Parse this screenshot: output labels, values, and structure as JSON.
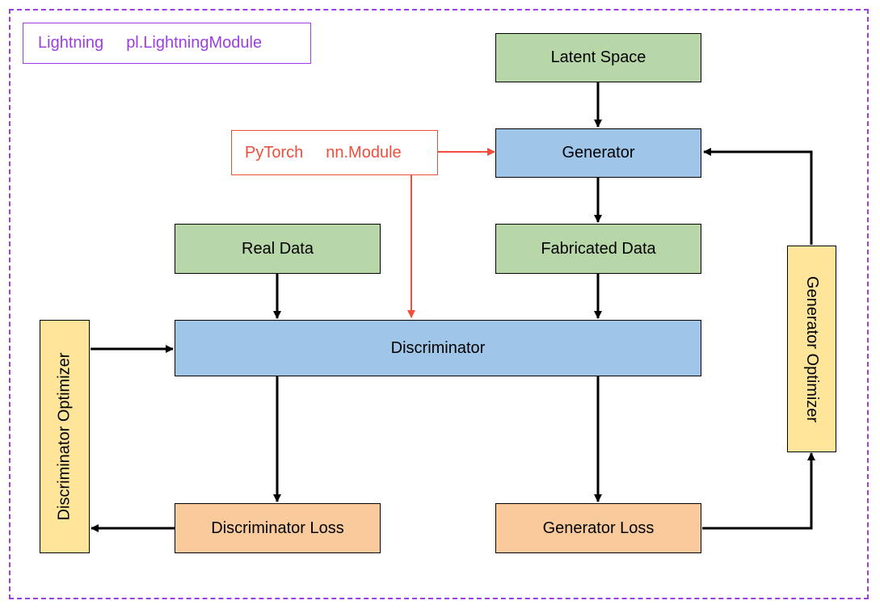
{
  "legend": {
    "lightning": {
      "prefix": "Lightning",
      "class_name": "pl.LightningModule",
      "color": "#9b3fe0"
    },
    "pytorch": {
      "prefix": "PyTorch",
      "class_name": "nn.Module",
      "color": "#f04d3a"
    }
  },
  "nodes": {
    "latent_space": "Latent Space",
    "generator": "Generator",
    "real_data": "Real Data",
    "fabricated_data": "Fabricated Data",
    "discriminator": "Discriminator",
    "discriminator_loss": "Discriminator Loss",
    "generator_loss": "Generator Loss",
    "discriminator_optimizer": "Discriminator Optimizer",
    "generator_optimizer": "Generator Optimizer"
  },
  "colors": {
    "data_node": "#b7d7a8",
    "model_node": "#9fc5e8",
    "loss_node": "#f9cb9c",
    "optimizer_node": "#ffe599",
    "arrow": "#000000"
  }
}
